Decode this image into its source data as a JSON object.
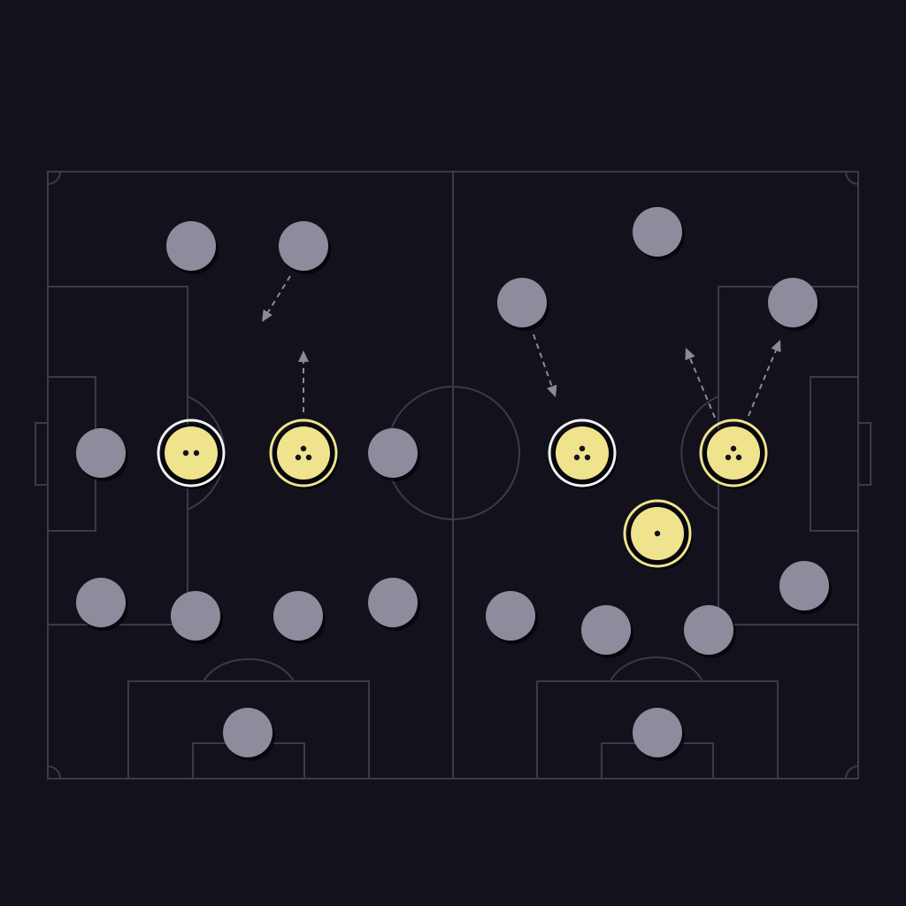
{
  "colors": {
    "background": "#13121c",
    "pitch_lines": "#3a3a4a",
    "player_default": "#8e8c9c",
    "player_highlight": "#efe38e",
    "ring_selected": "#f2f2f2",
    "arrow": "#8b8a98"
  },
  "players": [
    {
      "id": "p1",
      "state": "default"
    },
    {
      "id": "p2",
      "state": "default"
    },
    {
      "id": "p3",
      "state": "default"
    },
    {
      "id": "p4",
      "state": "highlight",
      "ring": "white",
      "dots": 2
    },
    {
      "id": "p5",
      "state": "highlight",
      "ring": "gold",
      "dots": 3
    },
    {
      "id": "p6",
      "state": "default"
    },
    {
      "id": "p7",
      "state": "default"
    },
    {
      "id": "p8",
      "state": "default"
    },
    {
      "id": "p9",
      "state": "default"
    },
    {
      "id": "p10",
      "state": "default"
    },
    {
      "id": "p11",
      "state": "default"
    },
    {
      "id": "p12",
      "state": "default"
    },
    {
      "id": "p13",
      "state": "default"
    },
    {
      "id": "p14",
      "state": "default"
    },
    {
      "id": "p15",
      "state": "highlight",
      "ring": "white",
      "dots": 3
    },
    {
      "id": "p16",
      "state": "highlight",
      "ring": "gold",
      "dots": 3
    },
    {
      "id": "p17",
      "state": "highlight",
      "ring": "gold",
      "dots": 1
    },
    {
      "id": "p18",
      "state": "default"
    },
    {
      "id": "p19",
      "state": "default"
    },
    {
      "id": "p20",
      "state": "default"
    },
    {
      "id": "p21",
      "state": "default"
    },
    {
      "id": "p22",
      "state": "default"
    }
  ],
  "arrows": [
    {
      "id": "a1",
      "style": "dashed"
    },
    {
      "id": "a2",
      "style": "dashed"
    },
    {
      "id": "a3",
      "style": "dashed"
    },
    {
      "id": "a4",
      "style": "dashed"
    },
    {
      "id": "a5",
      "style": "dashed"
    }
  ]
}
